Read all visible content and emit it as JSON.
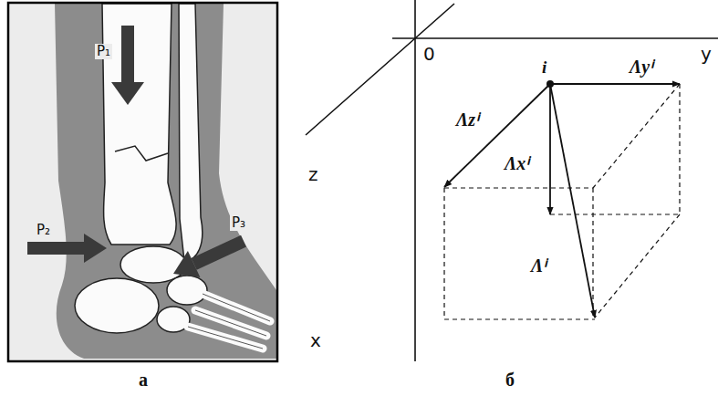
{
  "diagram": {
    "labels": [
      "P₁",
      "P₂",
      "P₃",
      "а",
      "0",
      "y",
      "i",
      "Λyⁱ",
      "z",
      "Λzⁱ",
      "Λxⁱ",
      "Λⁱ",
      "x",
      "б"
    ]
  }
}
